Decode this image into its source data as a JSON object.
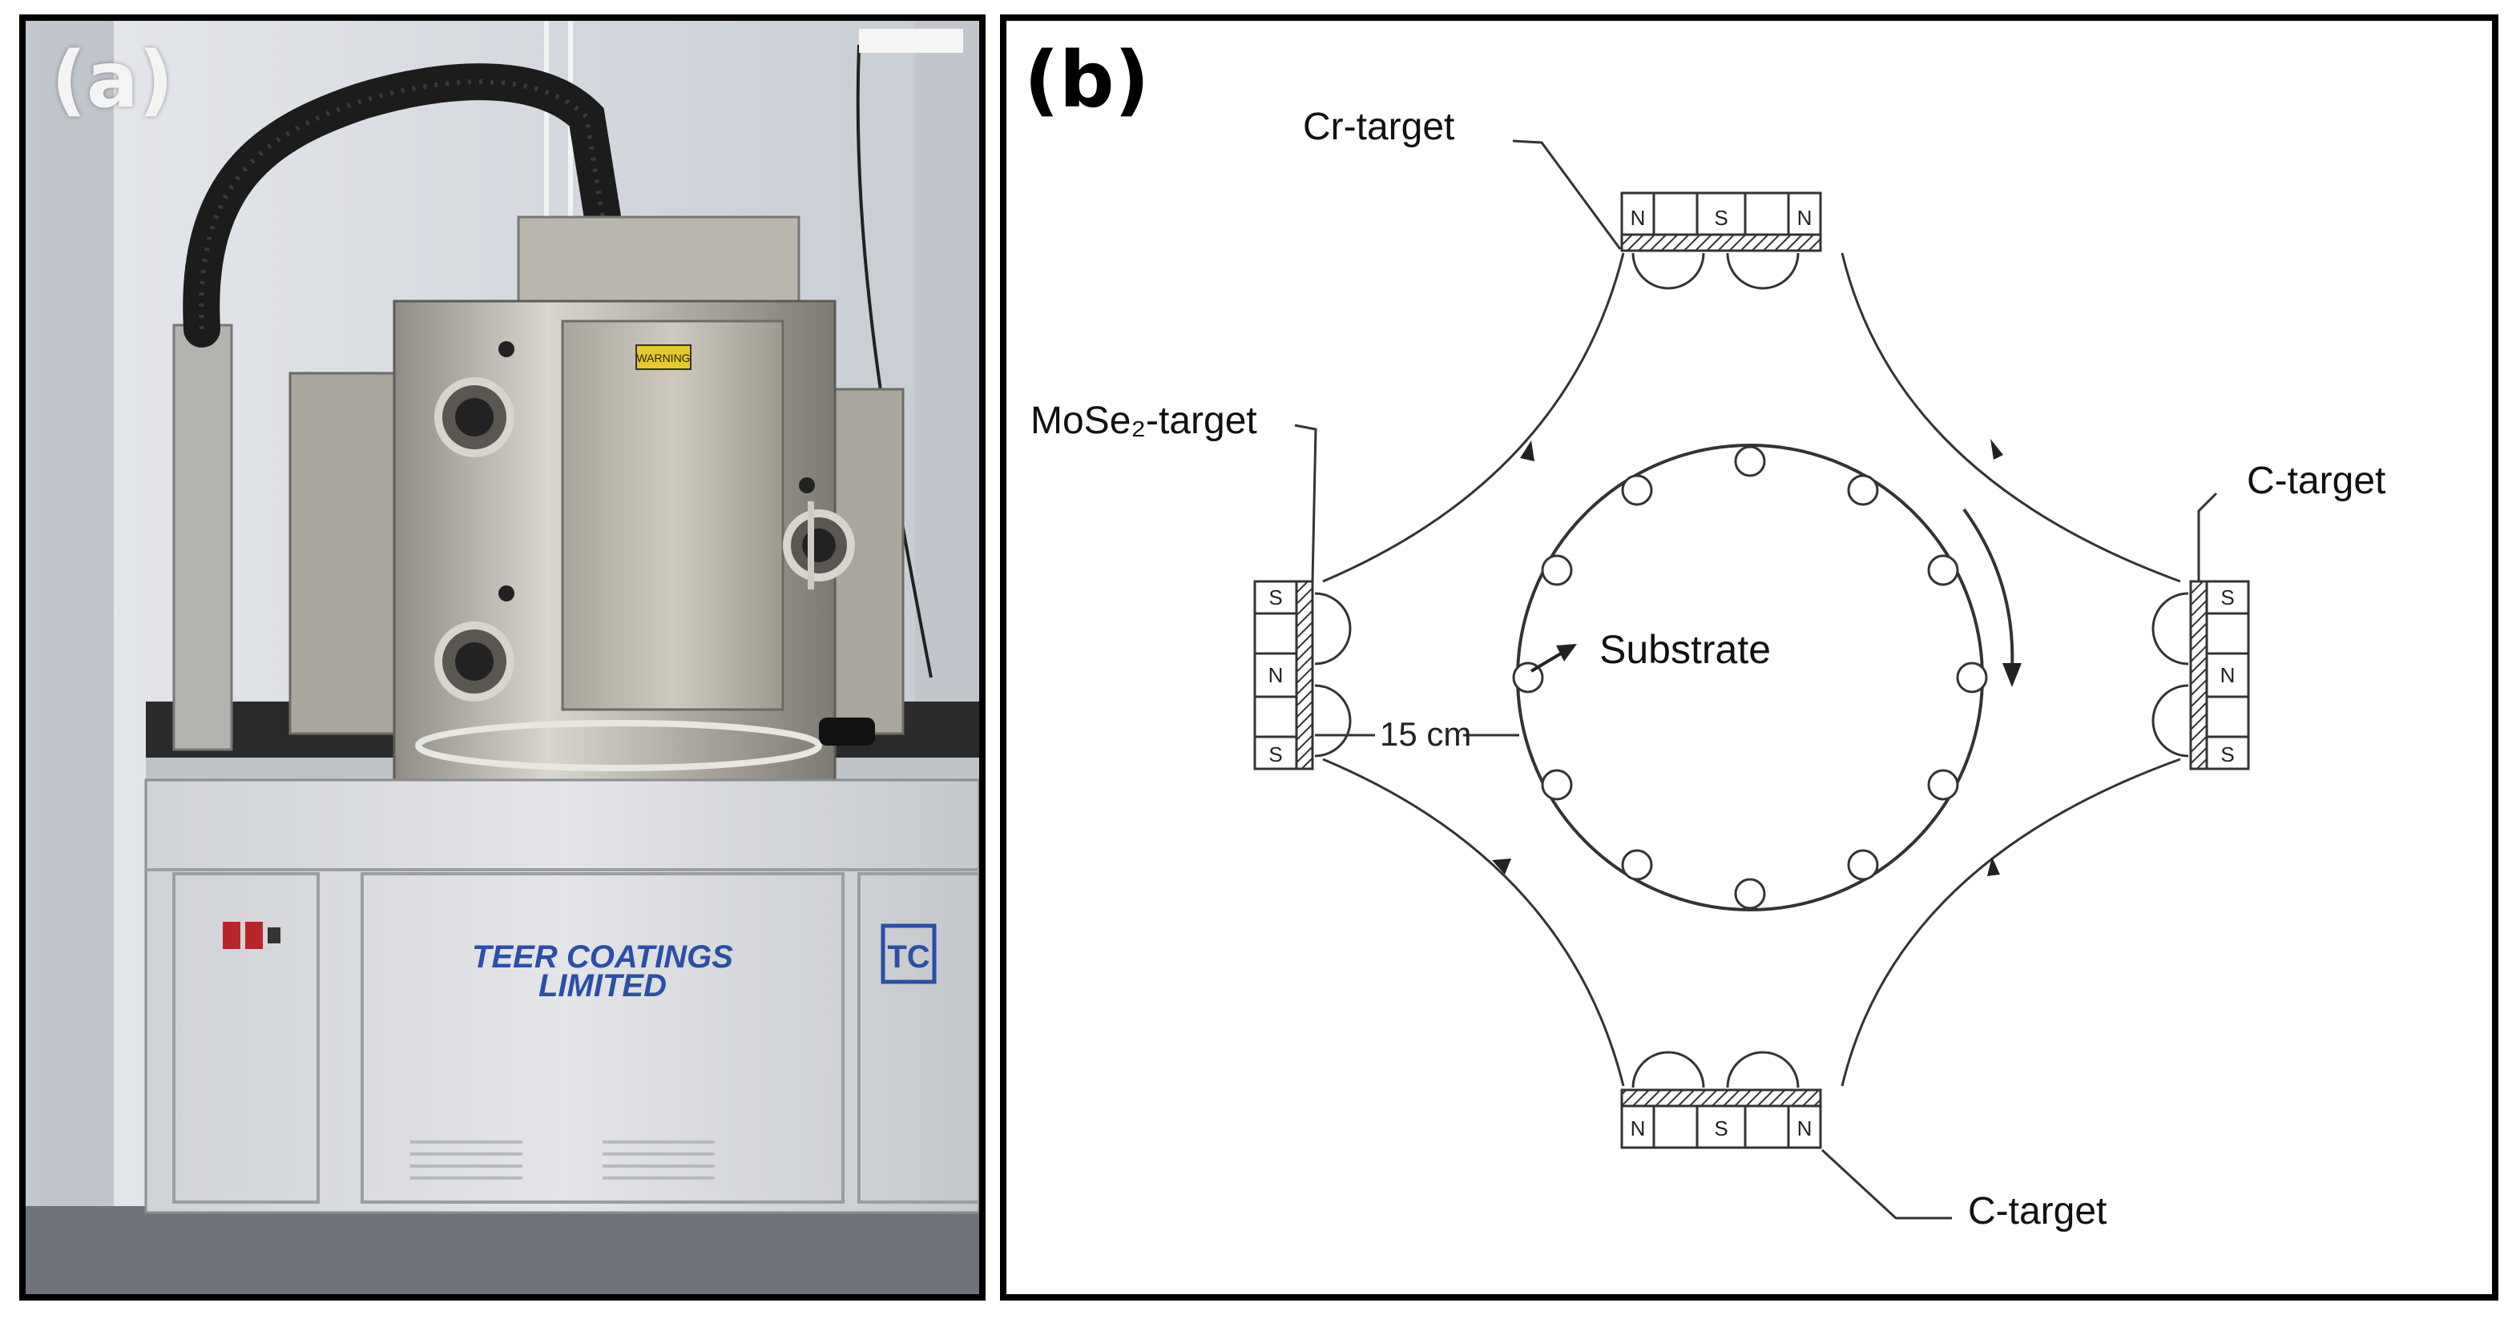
{
  "panel_a": {
    "label": "(a)",
    "photo_description_icon": "sputtering-system-photo",
    "cabinet_brand_line1": "TEER COATINGS",
    "cabinet_brand_line2": "LIMITED",
    "warning_sticker": "WARNING",
    "logo_text": "TC"
  },
  "panel_b": {
    "label": "(b)",
    "targets": {
      "top": "Cr-target",
      "left": "MoSe₂-target",
      "right": "C-target",
      "bottom": "C-target"
    },
    "substrate_label": "Substrate",
    "distance_label": "15 cm",
    "magnet_poles": {
      "top": [
        "N",
        "S",
        "N"
      ],
      "left": [
        "S",
        "N",
        "S"
      ],
      "right": [
        "S",
        "N",
        "S"
      ],
      "bottom": [
        "N",
        "S",
        "N"
      ]
    }
  },
  "colors": {
    "border": "#000000",
    "cabinet": "#dcdfe2",
    "chamber": "#b9b7b0",
    "brand_text": "#2b4fa8",
    "diagram_stroke": "#333333"
  }
}
